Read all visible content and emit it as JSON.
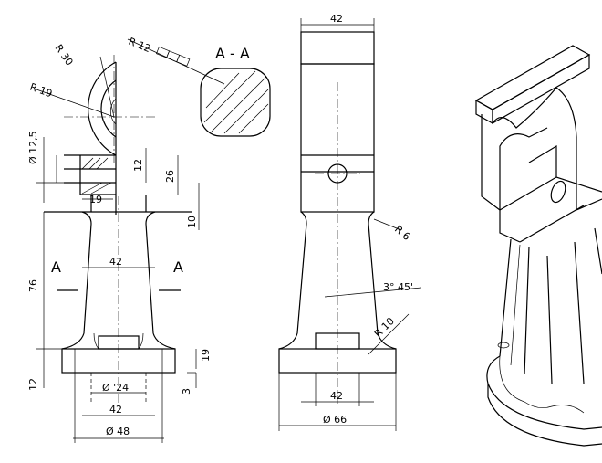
{
  "section_title": "A - A",
  "section_mark_left": "A",
  "section_mark_right": "A",
  "front": {
    "r30": "R 30",
    "r19": "R 19",
    "dia12_5": "Ø 12,5",
    "d12": "12",
    "d26": "26",
    "d19_top": "19",
    "d10": "10",
    "d42": "42",
    "d76": "76",
    "d19_right": "19",
    "d12_left": "12",
    "d3": "3",
    "dia24": "Ø '24",
    "d42_bottom": "42",
    "dia48": "Ø 48"
  },
  "section": {
    "r12": "R 12"
  },
  "side": {
    "d42_top": "42",
    "r6": "R 6",
    "angle": "3° 45'",
    "r10": "R 10",
    "d42_bottom": "42",
    "dia66": "Ø 66"
  }
}
